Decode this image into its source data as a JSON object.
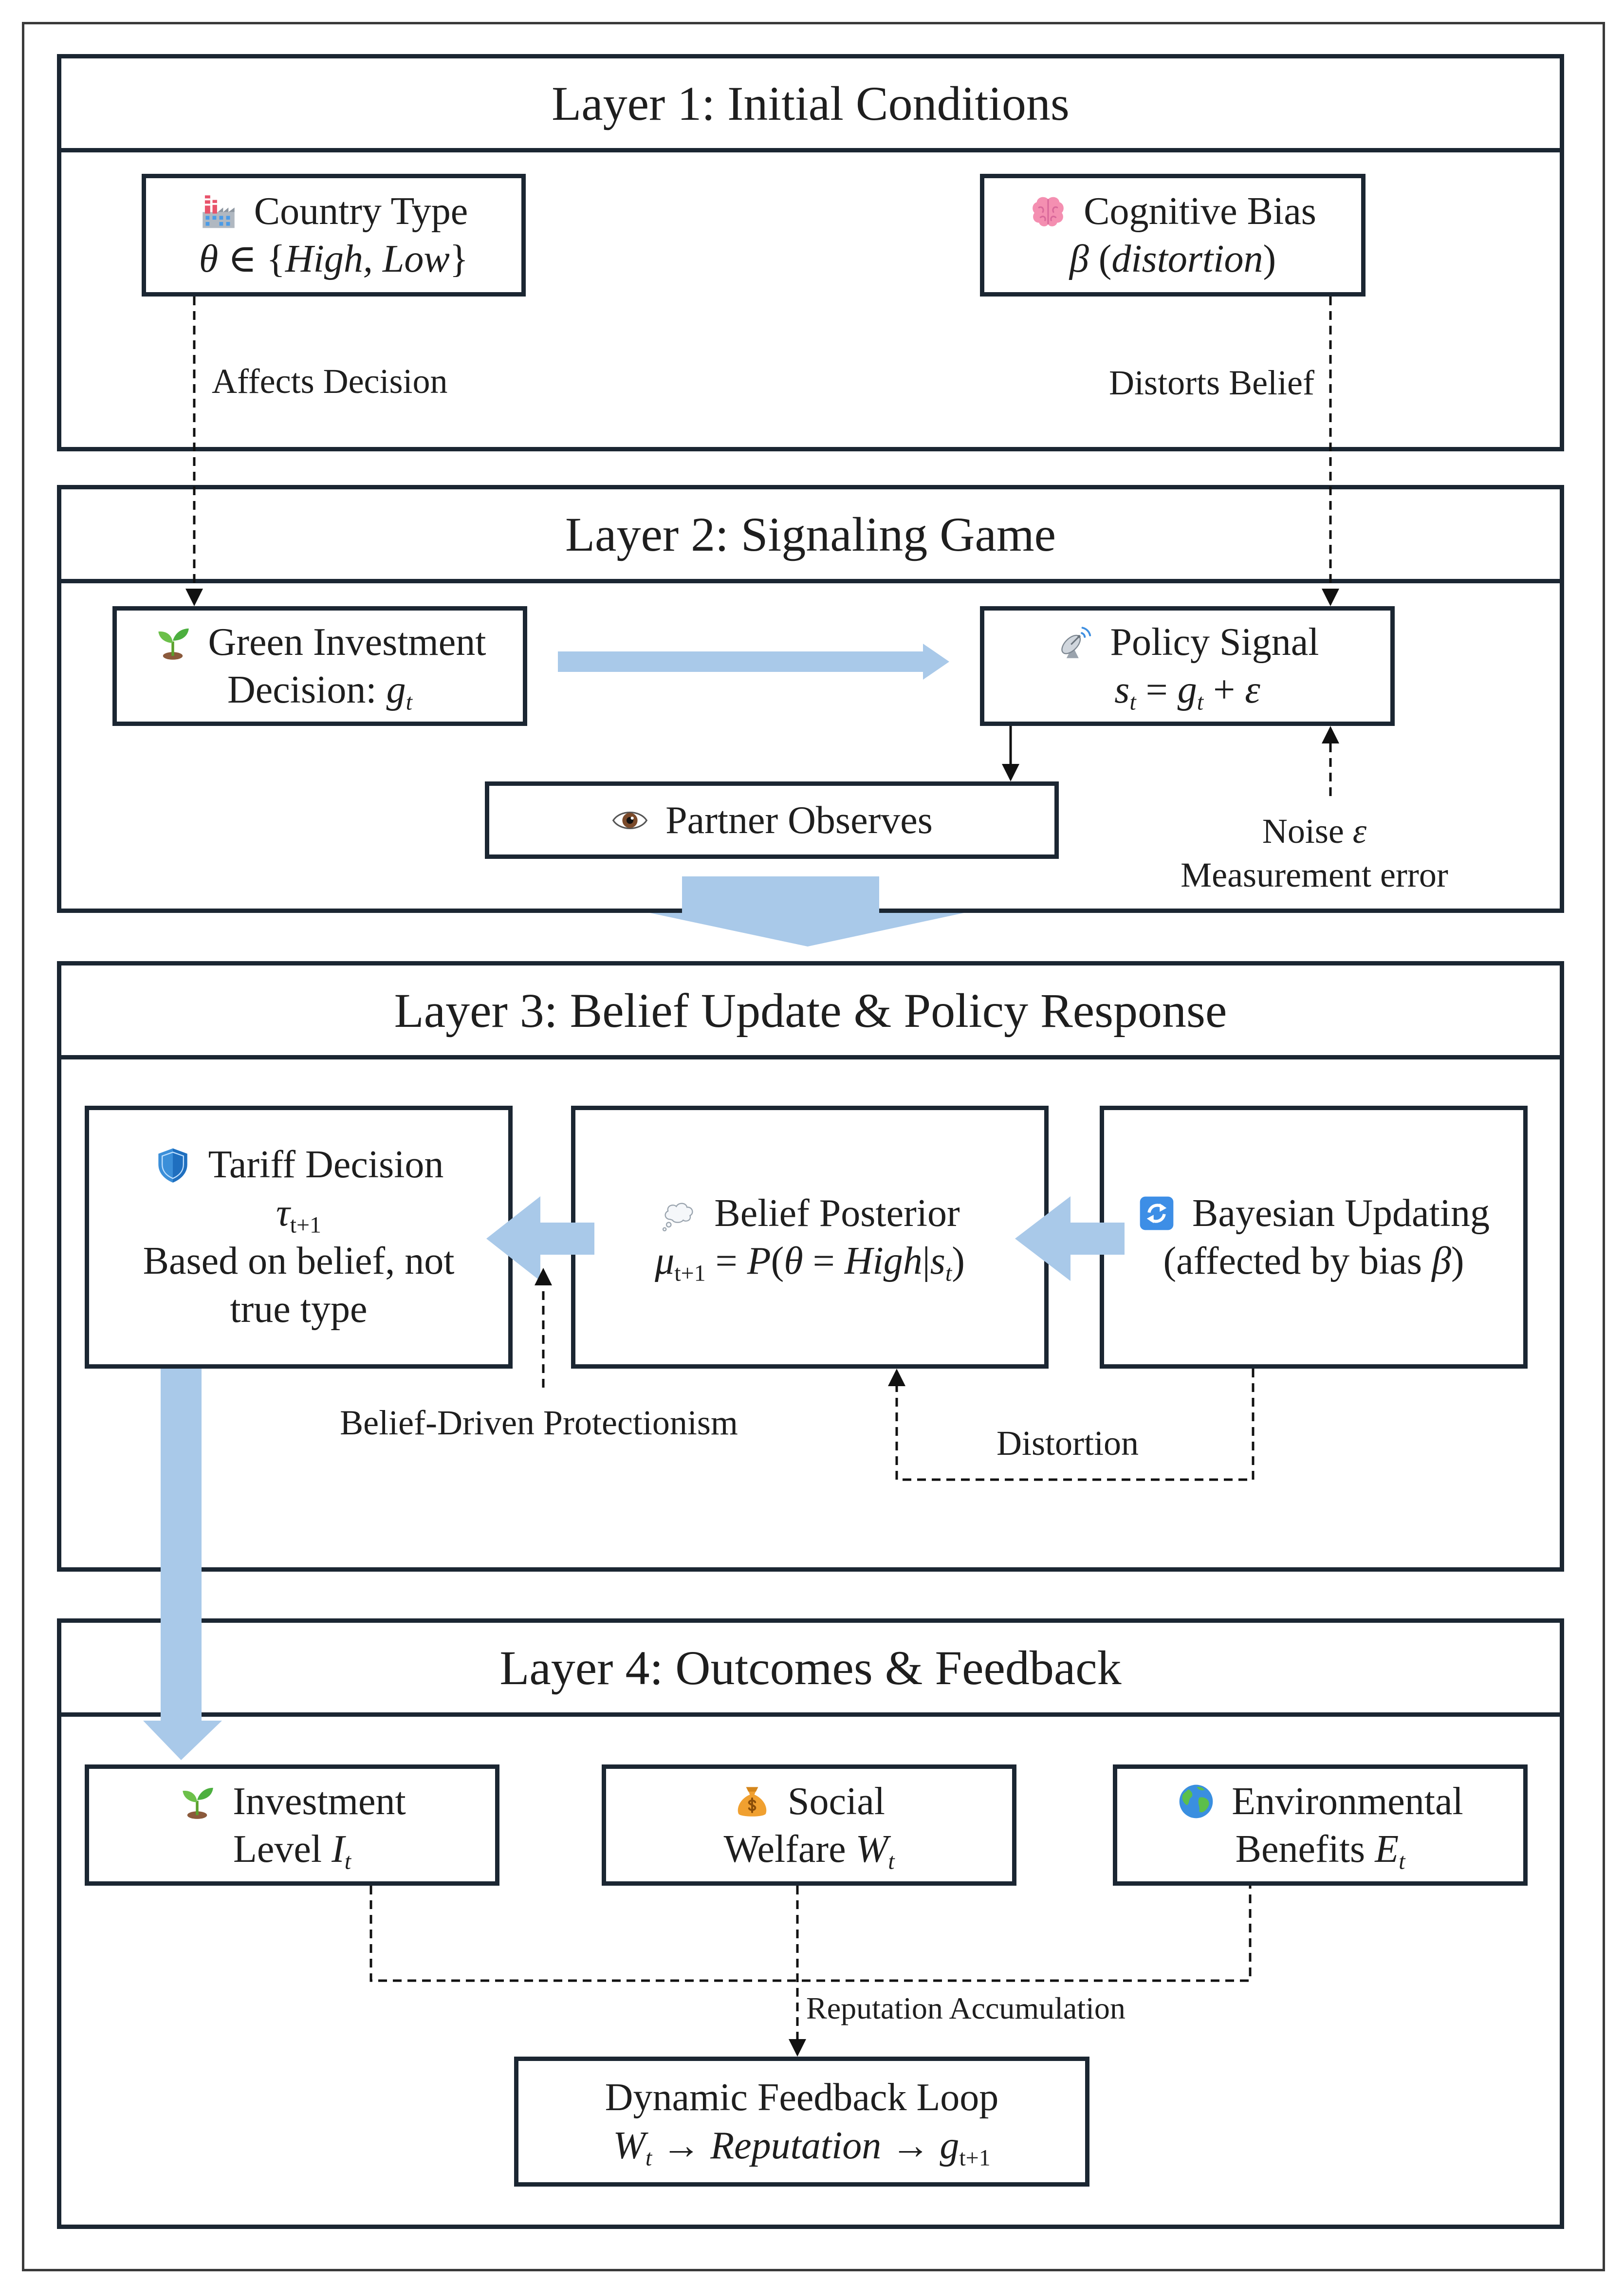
{
  "colors": {
    "box_border": "#1b2632",
    "arrow_fill": "#a9c9e9",
    "text": "#1e1e1e",
    "connector": "#111111"
  },
  "layer1": {
    "title": "Layer 1: Initial Conditions",
    "country_type": {
      "icon": "factory-icon",
      "label": "Country Type",
      "formula": [
        "θ",
        " ∈ {",
        "High, Low",
        "}"
      ]
    },
    "cognitive_bias": {
      "icon": "brain-icon",
      "label": "Cognitive Bias",
      "formula": [
        "β",
        " (",
        "distortion",
        ")"
      ]
    },
    "edges": {
      "affects_decision": "Affects Decision",
      "distorts_belief": "Distorts Belief"
    }
  },
  "layer2": {
    "title": "Layer 2: Signaling Game",
    "green_investment": {
      "icon": "seedling-icon",
      "label": "Green Investment",
      "formula": [
        "Decision: ",
        "g",
        "t"
      ]
    },
    "policy_signal": {
      "icon": "satellite-dish-icon",
      "label": "Policy Signal",
      "formula": [
        "s",
        "t",
        " = ",
        "g",
        "t",
        " + ",
        "ε"
      ]
    },
    "partner_observes": {
      "icon": "eye-icon",
      "label": "Partner Observes"
    },
    "noise": {
      "line1": [
        "Noise ",
        "ε"
      ],
      "line2": "Measurement error"
    }
  },
  "layer3": {
    "title": "Layer 3: Belief Update & Policy Response",
    "tariff_decision": {
      "icon": "shield-icon",
      "label": "Tariff Decision",
      "formula": [
        "τ",
        "t+1"
      ],
      "note": [
        "Based on belief, not",
        "true type"
      ]
    },
    "belief_posterior": {
      "icon": "thought-balloon-icon",
      "label": "Belief Posterior",
      "formula": [
        "μ",
        "t+1",
        " = ",
        "P",
        "(",
        "θ",
        " = ",
        "High",
        "|",
        "s",
        "t",
        ")"
      ]
    },
    "bayesian_updating": {
      "icon": "counterclockwise-arrows-icon",
      "label": "Bayesian Updating",
      "formula": [
        "(affected by bias ",
        "β",
        ")"
      ]
    },
    "edges": {
      "belief_driven": "Belief-Driven Protectionism",
      "distortion": "Distortion"
    }
  },
  "layer4": {
    "title": "Layer 4: Outcomes & Feedback",
    "investment_level": {
      "icon": "seedling-icon",
      "line1": "Investment",
      "line2": [
        "Level ",
        "I",
        "t"
      ]
    },
    "social_welfare": {
      "icon": "money-bag-icon",
      "line1": "Social",
      "line2": [
        "Welfare ",
        "W",
        "t"
      ]
    },
    "environmental_benefits": {
      "icon": "globe-icon",
      "line1": "Environmental",
      "line2": [
        "Benefits ",
        "E",
        "t"
      ]
    },
    "reputation_label": "Reputation Accumulation",
    "dynamic_feedback": {
      "line1": "Dynamic Feedback Loop",
      "line2": [
        "W",
        "t",
        " → ",
        "Reputation",
        " → ",
        "g",
        "t+1"
      ]
    }
  }
}
